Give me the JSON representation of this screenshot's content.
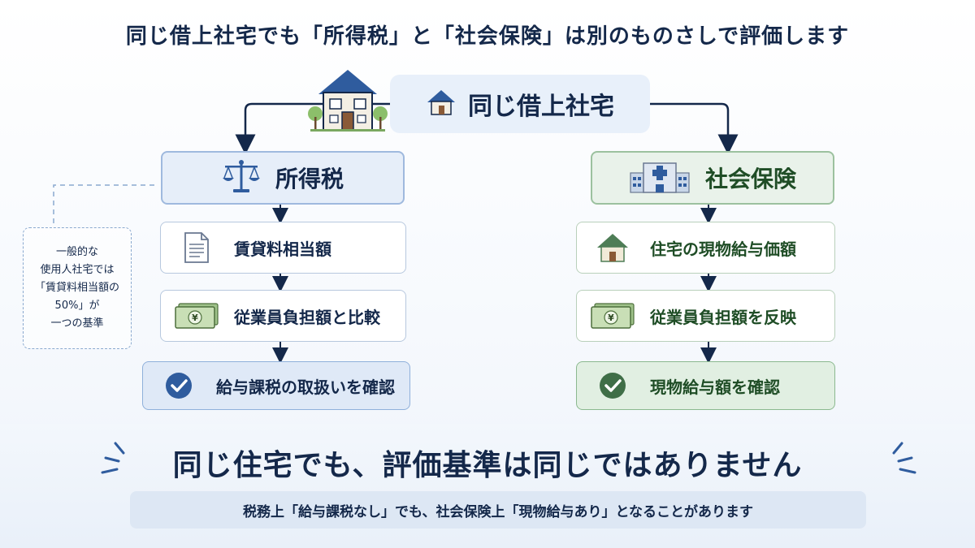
{
  "title": "同じ借上社宅でも「所得税」と「社会保険」は別のものさしで評価します",
  "center": {
    "label": "同じ借上社宅",
    "icon": "house-icon"
  },
  "left": {
    "header": "所得税",
    "header_icon": "scales-icon",
    "steps": [
      {
        "label": "賃貸料相当額",
        "icon": "document-icon"
      },
      {
        "label": "従業員負担額と比較",
        "icon": "yen-banknote-icon"
      },
      {
        "label": "給与課税の取扱いを確認",
        "icon": "check-circle-icon"
      }
    ],
    "note_lines": [
      "一般的な",
      "使用人社宅では",
      "「賃貸料相当額の",
      "50%」が",
      "一つの基準"
    ]
  },
  "right": {
    "header": "社会保険",
    "header_icon": "hospital-icon",
    "steps": [
      {
        "label": "住宅の現物給与価額",
        "icon": "house-icon"
      },
      {
        "label": "従業員負担額を反映",
        "icon": "yen-banknote-icon"
      },
      {
        "label": "現物給与額を確認",
        "icon": "check-circle-icon"
      }
    ]
  },
  "bottom": {
    "headline": "同じ住宅でも、評価基準は同じではありません",
    "note": "税務上「給与課税なし」でも、社会保険上「現物給与あり」となることがあります"
  },
  "colors": {
    "navy": "#14284a",
    "blue_box": "#e6eef9",
    "green_box": "#e9f2ea",
    "green_text": "#1f4d26"
  }
}
